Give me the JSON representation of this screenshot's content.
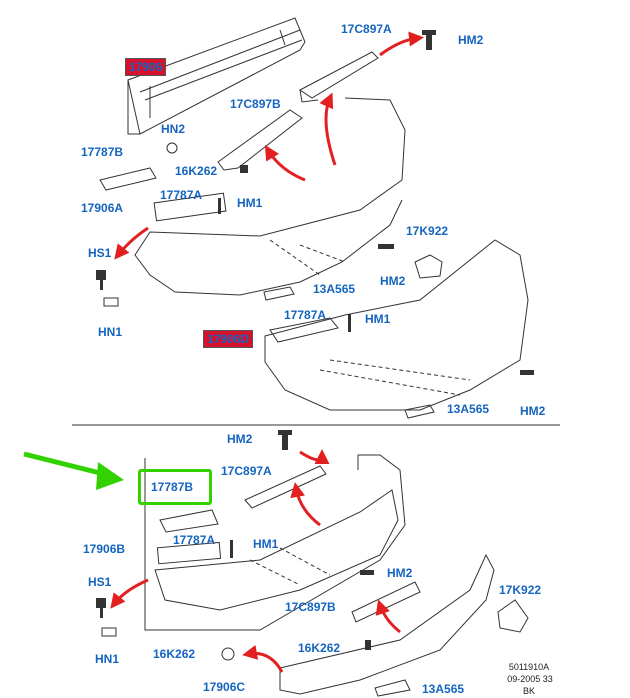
{
  "upper_diagram": {
    "labels": {
      "part_17c897a": "17C897A",
      "hm2_top": "HM2",
      "part_17906": "17906",
      "hn2": "HN2",
      "part_17c897b": "17C897B",
      "part_17787b": "17787B",
      "part_16k262": "16K262",
      "part_17906a": "17906A",
      "part_17787a": "17787A",
      "hm1": "HM1",
      "hs1": "HS1",
      "hn1": "HN1",
      "part_17k922": "17K922",
      "hm2_mid": "HM2",
      "part_13a565": "13A565",
      "part_17787a_2": "17787A",
      "hm1_2": "HM1",
      "part_17906d": "17906D",
      "part_13a565_2": "13A565",
      "hm2_right": "HM2"
    }
  },
  "lower_diagram": {
    "labels": {
      "hm2_top": "HM2",
      "part_17c897a": "17C897A",
      "part_17787b": "17787B",
      "part_17906b": "17906B",
      "part_17787a": "17787A",
      "hm1": "HM1",
      "hs1": "HS1",
      "hm2_mid": "HM2",
      "part_17k922": "17K922",
      "part_17c897b": "17C897B",
      "hn1": "HN1",
      "part_16k262_a": "16K262",
      "part_16k262_b": "16K262",
      "part_17906c": "17906C",
      "part_13a565": "13A565"
    }
  },
  "footer": {
    "ref": "5011910A",
    "date": "09-2005 33",
    "code": "BK"
  },
  "colors": {
    "label": "#1565c0",
    "highlight_red": "#d7102b",
    "arrow_red": "#e32020",
    "green_pointer": "#33d100",
    "line": "#333333"
  }
}
